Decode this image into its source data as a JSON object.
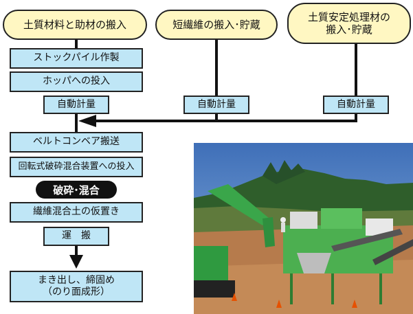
{
  "sources": {
    "materials": "土質材料と助材の搬入",
    "fiber": "短繊維の搬入･貯蔵",
    "stabilizer_line1": "土質安定処理材の",
    "stabilizer_line2": "搬入･貯蔵"
  },
  "steps": {
    "stockpile": "ストックパイル作製",
    "hopper": "ホッパへの投入",
    "weigh": "自動計量",
    "conveyor": "ベルトコンベア搬送",
    "crusher_input": "回転式破砕混合装置への投入",
    "crush_mix": "破砕･混合",
    "temporary": "繊維混合土の仮置き",
    "transport": "運　搬",
    "final_line1": "まき出し、締固め",
    "final_line2": "（のり面成形）"
  },
  "colors": {
    "source_fill": "#fff7c2",
    "step_fill": "#bfe6f6",
    "line": "#111111"
  },
  "photo": {
    "subject": "crushing-and-mixing plant at construction site"
  }
}
